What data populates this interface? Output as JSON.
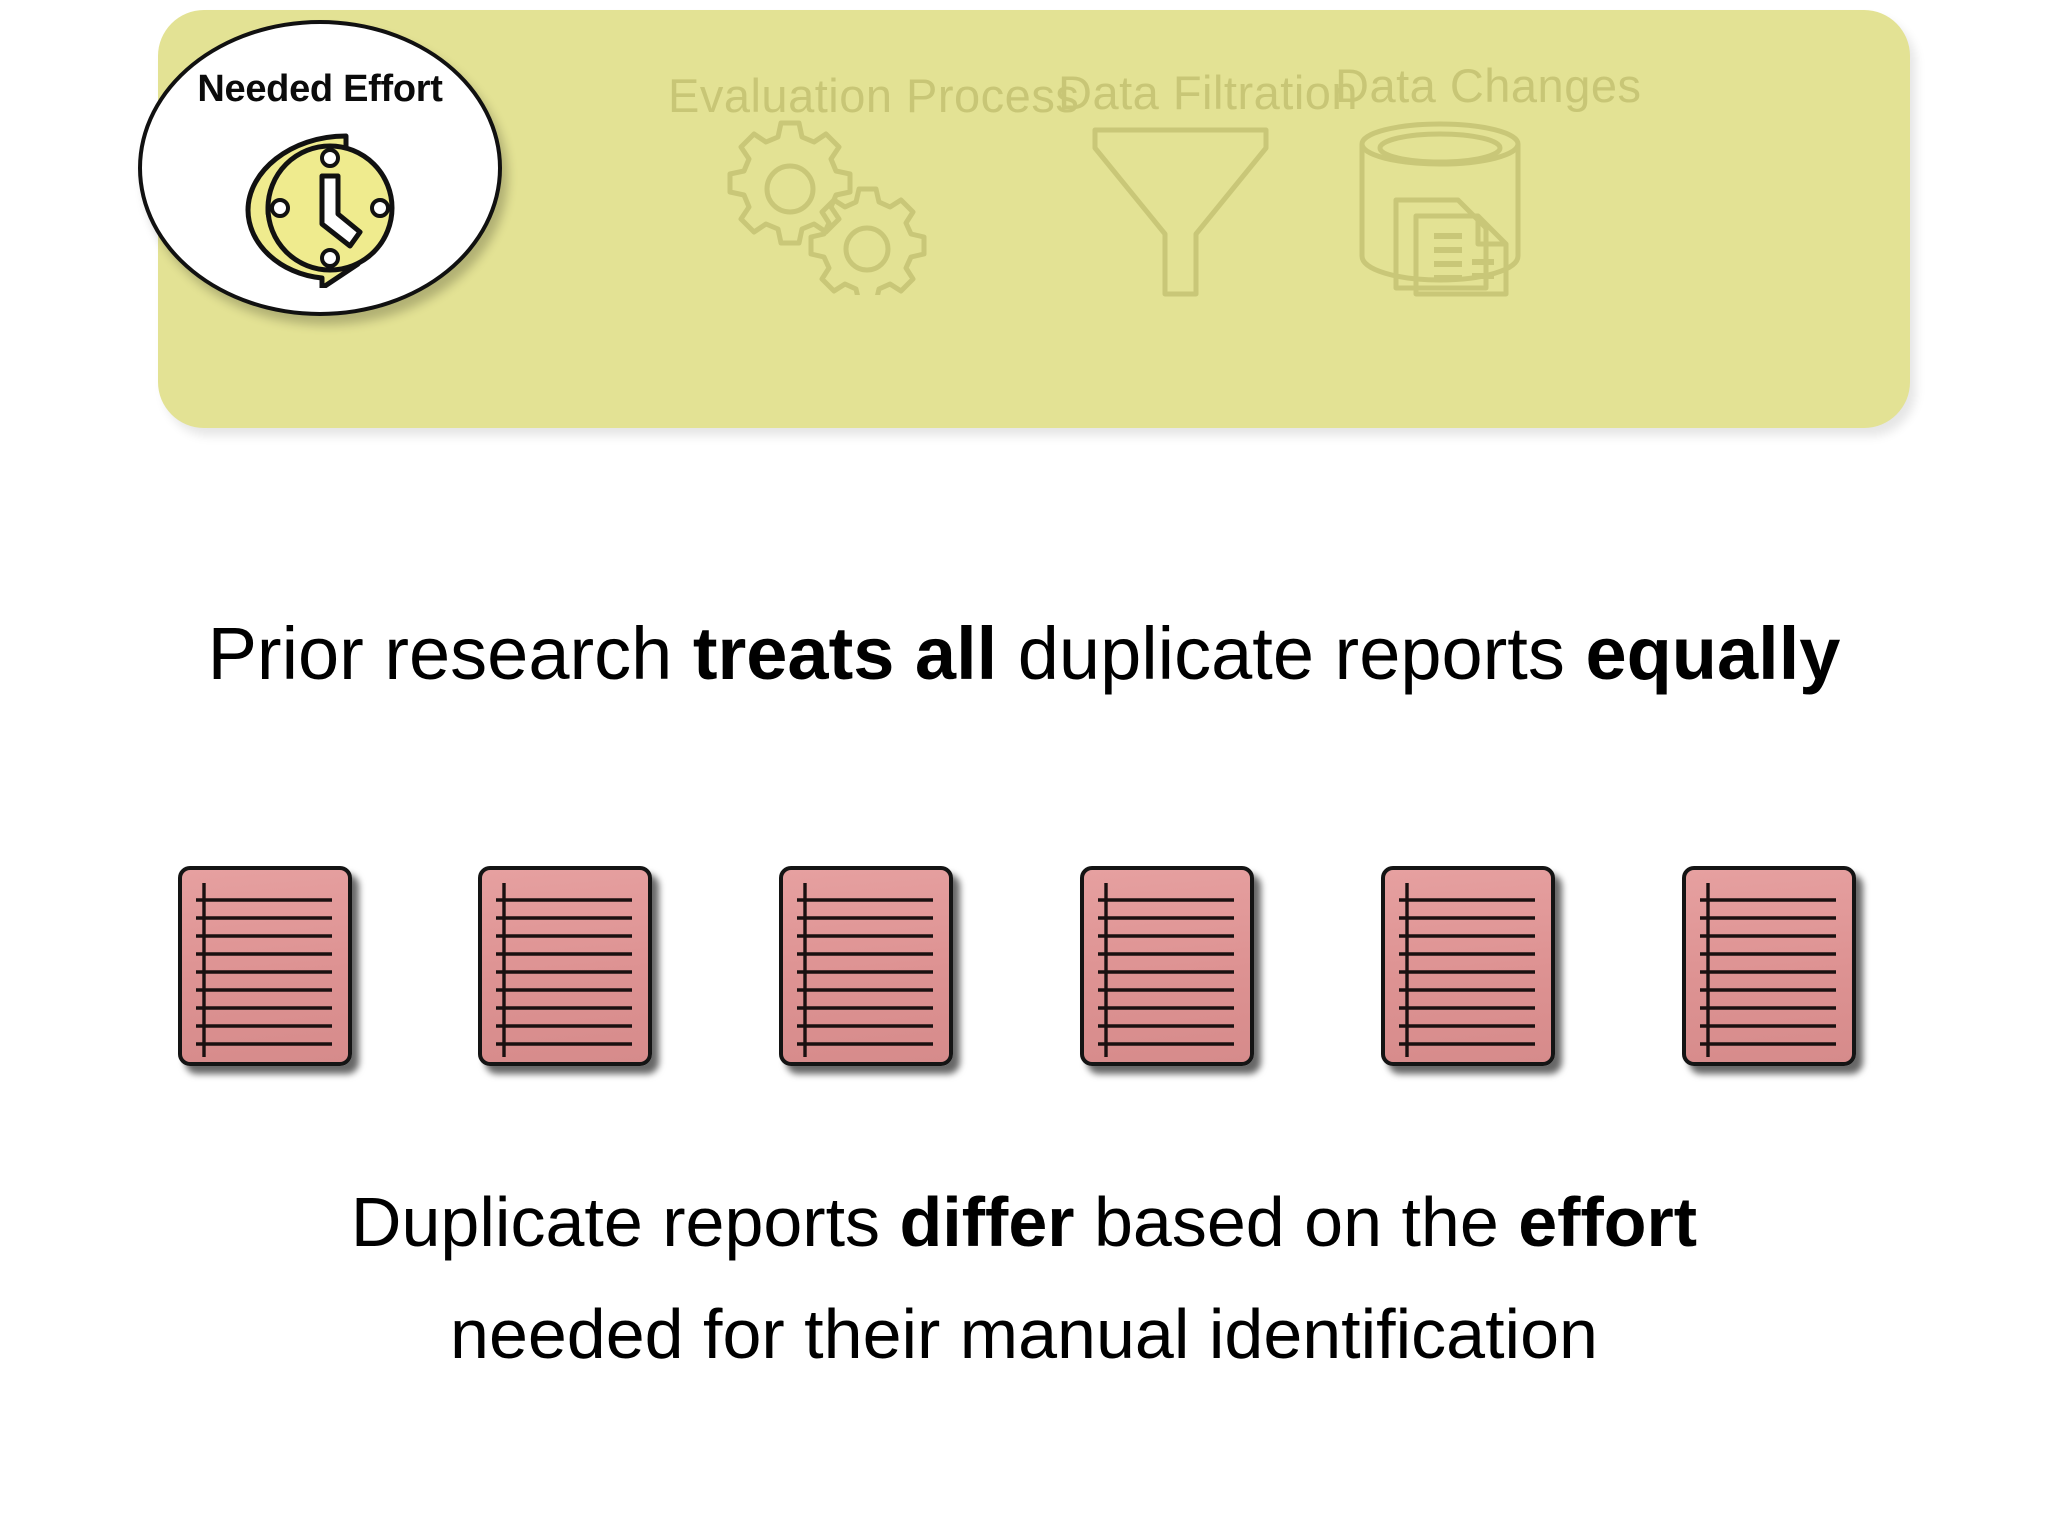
{
  "slide": {
    "background_color": "#ffffff"
  },
  "banner": {
    "background_color": "#e3e294",
    "label_color": "#c8c676",
    "stages": [
      {
        "id": "needed-effort",
        "label": "Needed Effort",
        "icon": "clock-arrow-icon",
        "highlighted": true
      },
      {
        "id": "evaluation",
        "label": "Evaluation Process",
        "icon": "gears-icon",
        "highlighted": false
      },
      {
        "id": "data-filtration",
        "label": "Data Filtration",
        "icon": "funnel-icon",
        "highlighted": false
      },
      {
        "id": "data-changes",
        "label": "Data Changes",
        "icon": "database-documents-icon",
        "highlighted": false
      }
    ]
  },
  "headline": {
    "prefix": "Prior research ",
    "bold_1": "treats all",
    "middle": " duplicate reports  ",
    "bold_2": "equally"
  },
  "reports": {
    "count": 6,
    "card_color": "#dd9292",
    "border_color": "#141414",
    "rule_lines": 9,
    "item_label": "duplicate-report-card"
  },
  "footer": {
    "line1_prefix": "Duplicate reports ",
    "line1_bold": "differ",
    "line1_middle": " based on  the ",
    "line1_bold_2": "effort",
    "line2": "needed for their manual identification"
  }
}
